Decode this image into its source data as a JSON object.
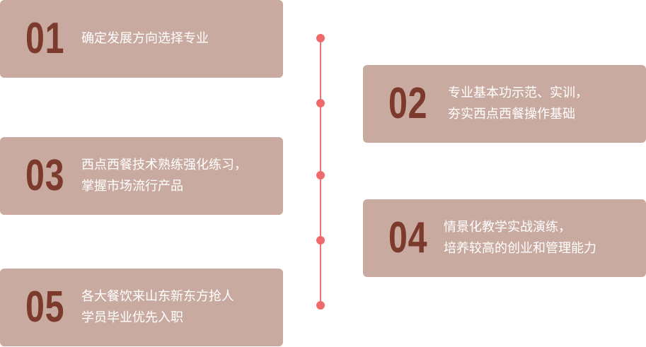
{
  "colors": {
    "card_bg": "#c9aaa0",
    "number": "#7b3a2c",
    "text": "#ffffff",
    "timeline": "#e87777"
  },
  "steps": [
    {
      "num": "01",
      "line1": "确定发展方向选择专业",
      "line2": ""
    },
    {
      "num": "02",
      "line1": "专业基本功示范、实训，",
      "line2": "夯实西点西餐操作基础"
    },
    {
      "num": "03",
      "line1": "西点西餐技术熟练强化练习，",
      "line2": "掌握市场流行产品"
    },
    {
      "num": "04",
      "line1": "情景化教学实战演练，",
      "line2": "培养较高的创业和管理能力"
    },
    {
      "num": "05",
      "line1": "各大餐饮来山东新东方抢人",
      "line2": "学员毕业优先入职"
    }
  ]
}
